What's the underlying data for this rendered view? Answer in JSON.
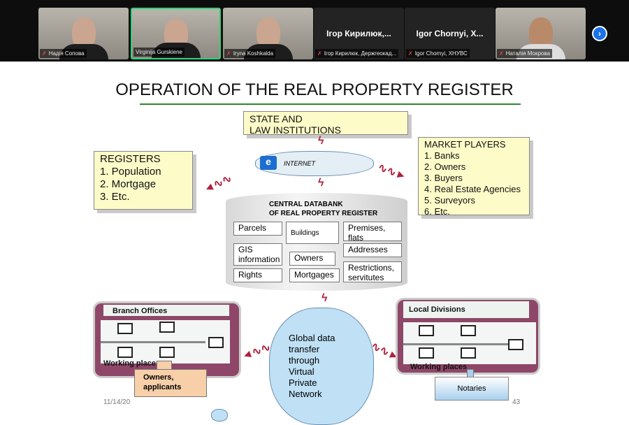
{
  "participants": [
    {
      "name": "Надія Сопова",
      "muted": true
    },
    {
      "name": "Virginija Gurskiene",
      "muted": false,
      "active": true
    },
    {
      "name": "Iryna Koshkalda",
      "muted": true
    },
    {
      "display": "Ігор Кирилюк,...",
      "name": "Ігор Кирилюк, Держгеокад...",
      "muted": true
    },
    {
      "display": "Igor Chornyi, X...",
      "name": "Igor Chornyi, ХНУВС",
      "muted": true
    },
    {
      "name": "Наталія Мокрова",
      "muted": true
    }
  ],
  "next_icon": "chevron-right-icon",
  "slide": {
    "title": "OPERATION OF THE REAL PROPERTY REGISTER",
    "state": [
      "STATE AND",
      "LAW  INSTITUTIONS"
    ],
    "registers": [
      "REGISTERS",
      "1. Population",
      "2. Mortgage",
      "3. Etc."
    ],
    "market": [
      "MARKET PLAYERS",
      "1. Banks",
      "2. Owners",
      "3. Buyers",
      "4. Real Estate Agencies",
      "5. Surveyors",
      "6. Etc."
    ],
    "internet": "INTERNET",
    "databank": [
      "CENTRAL DATABANK",
      "OF REAL PROPERTY REGISTER"
    ],
    "cells": [
      "Parcels",
      "Buildings",
      "Premises, flats",
      "GIS information",
      "Owners",
      "Addresses",
      "Rights",
      "Mortgages",
      "Restrictions, servitutes"
    ],
    "branch": "Branch Offices",
    "local": "Local Divisions",
    "working": "Working places",
    "cloud": [
      "Global data",
      "transfer",
      "through",
      "Virtual",
      "Private",
      "Network"
    ],
    "owners": [
      "Owners,",
      "applicants"
    ],
    "notaries": "Notaries",
    "date": "11/14/20",
    "page": "43"
  },
  "colors": {
    "accent": "#2ed47a",
    "office": "#8e4768",
    "note": "#fdfbc8",
    "arrow": "#b0203a"
  }
}
